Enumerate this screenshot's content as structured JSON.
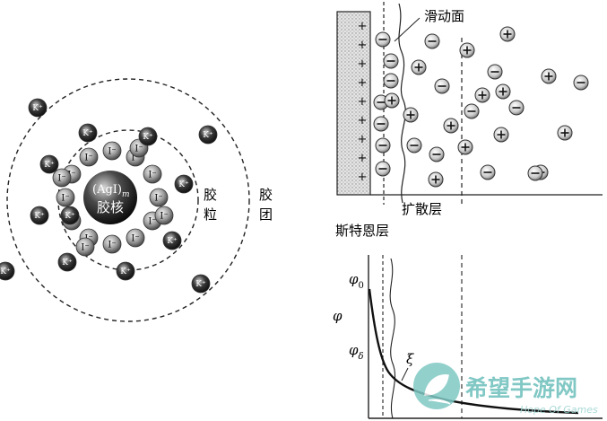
{
  "micelle": {
    "core_formula": "(AgI)",
    "core_subscript": "m",
    "core_name": "胶核",
    "label_colloidal_particle": [
      "胶",
      "粒"
    ],
    "label_micelle": [
      "胶",
      "团"
    ],
    "iodide_ion": "I⁻",
    "potassium_ion": "K⁺"
  },
  "double_layer": {
    "slip_plane_label": "滑动面",
    "diffuse_layer_label": "扩散层",
    "stern_layer_label": "斯特恩层",
    "wall_charge": "+"
  },
  "potential": {
    "phi": "φ",
    "phi0_sub": "0",
    "phi_delta_sub": "δ",
    "xi": "ξ"
  },
  "watermark": {
    "cn": "希望手游网",
    "en": "Hope Of Games"
  }
}
